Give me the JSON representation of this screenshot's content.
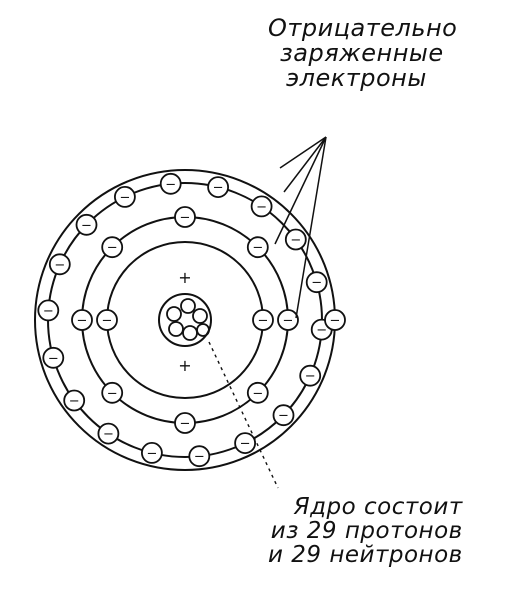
{
  "labels": {
    "electrons": [
      "Отрицательно",
      "заряженные",
      "электроны"
    ],
    "nucleus": [
      "Ядро состоит",
      "из 29 протонов",
      "и 29 нейтронов"
    ]
  },
  "glyphs": {
    "electron_sign": "−",
    "proton_sign": "+"
  },
  "shells": [
    {
      "name": "shell-1",
      "electron_count": 2
    },
    {
      "name": "shell-2",
      "electron_count": 8
    },
    {
      "name": "shell-3",
      "electron_count": 18
    },
    {
      "name": "shell-4",
      "electron_count": 1
    }
  ],
  "colors": {
    "ink": "#111111",
    "background": "#ffffff"
  }
}
